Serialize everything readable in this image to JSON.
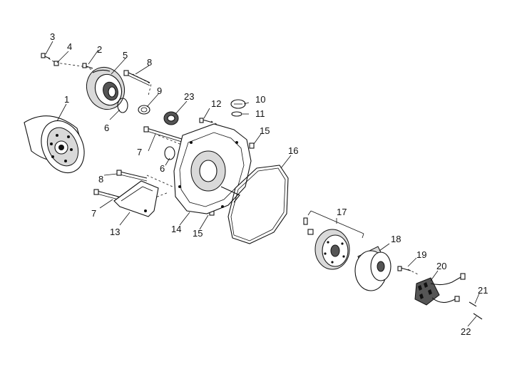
{
  "callouts": {
    "n1": "1",
    "n2": "2",
    "n3": "3",
    "n4": "4",
    "n5": "5",
    "n6a": "6",
    "n6b": "6",
    "n7a": "7",
    "n7b": "7",
    "n8a": "8",
    "n8b": "8",
    "n9": "9",
    "n10": "10",
    "n11": "11",
    "n12": "12",
    "n13": "13",
    "n14": "14",
    "n15a": "15",
    "n15b": "15",
    "n16": "16",
    "n17": "17",
    "n18": "18",
    "n19": "19",
    "n20": "20",
    "n21": "21",
    "n22": "22",
    "n23": "23"
  }
}
